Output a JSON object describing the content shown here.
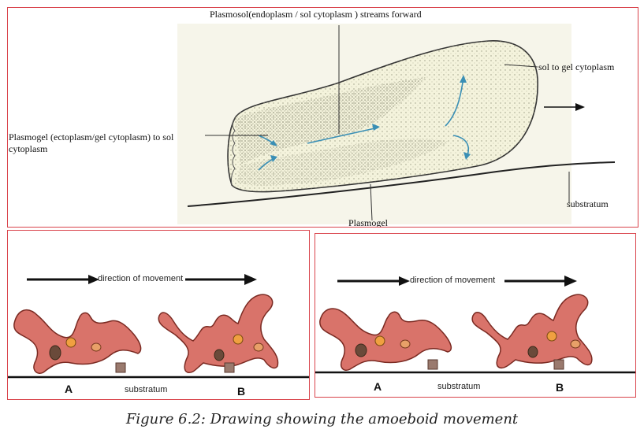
{
  "top_diagram": {
    "plasmosol_label": "Plasmosol(endoplasm / sol cytoplasm ) streams forward",
    "plasmogel_left_label": "Plasmogel (ectoplasm/gel cytoplasm) to sol cytoplasm",
    "sol_to_gel_label": "sol to gel cytoplasm",
    "substratum_label": "substratum",
    "plasmogel_label": "Plasmogel"
  },
  "left_diagram": {
    "direction_label": "direction of movement",
    "label_a": "A",
    "label_b": "B",
    "substratum_label": "substratum"
  },
  "right_diagram": {
    "direction_label": "direction of movement",
    "label_a": "A",
    "label_b": "B",
    "substratum_label": "substratum"
  },
  "caption": "Figure 6.2: Drawing showing the amoeboid movement",
  "colors": {
    "panel_border": "#d9434b",
    "amoeba_fill": "#d9736a",
    "amoeba_outline": "#7a2a22",
    "nucleus": "#f0a040",
    "flow_arrow": "#3a8fb5",
    "cell_fill": "#f4f3dc"
  }
}
